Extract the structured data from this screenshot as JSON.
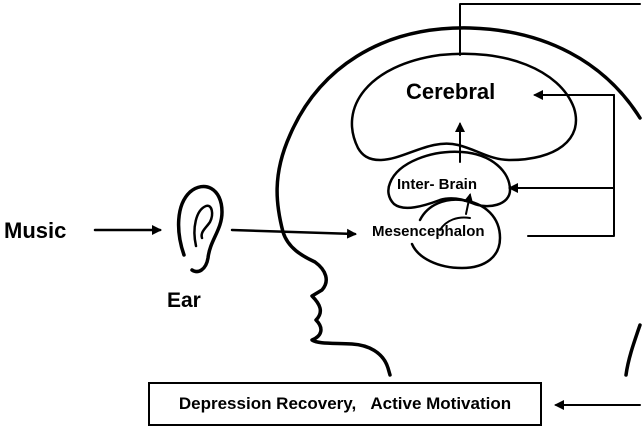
{
  "labels": {
    "music": "Music",
    "ear": "Ear",
    "cerebral": "Cerebral",
    "inter_brain": "Inter- Brain",
    "mesencephalon": "Mesencephalon"
  },
  "outcome_box": {
    "text_1": "Depression Recovery,",
    "text_2": "Active Motivation"
  }
}
